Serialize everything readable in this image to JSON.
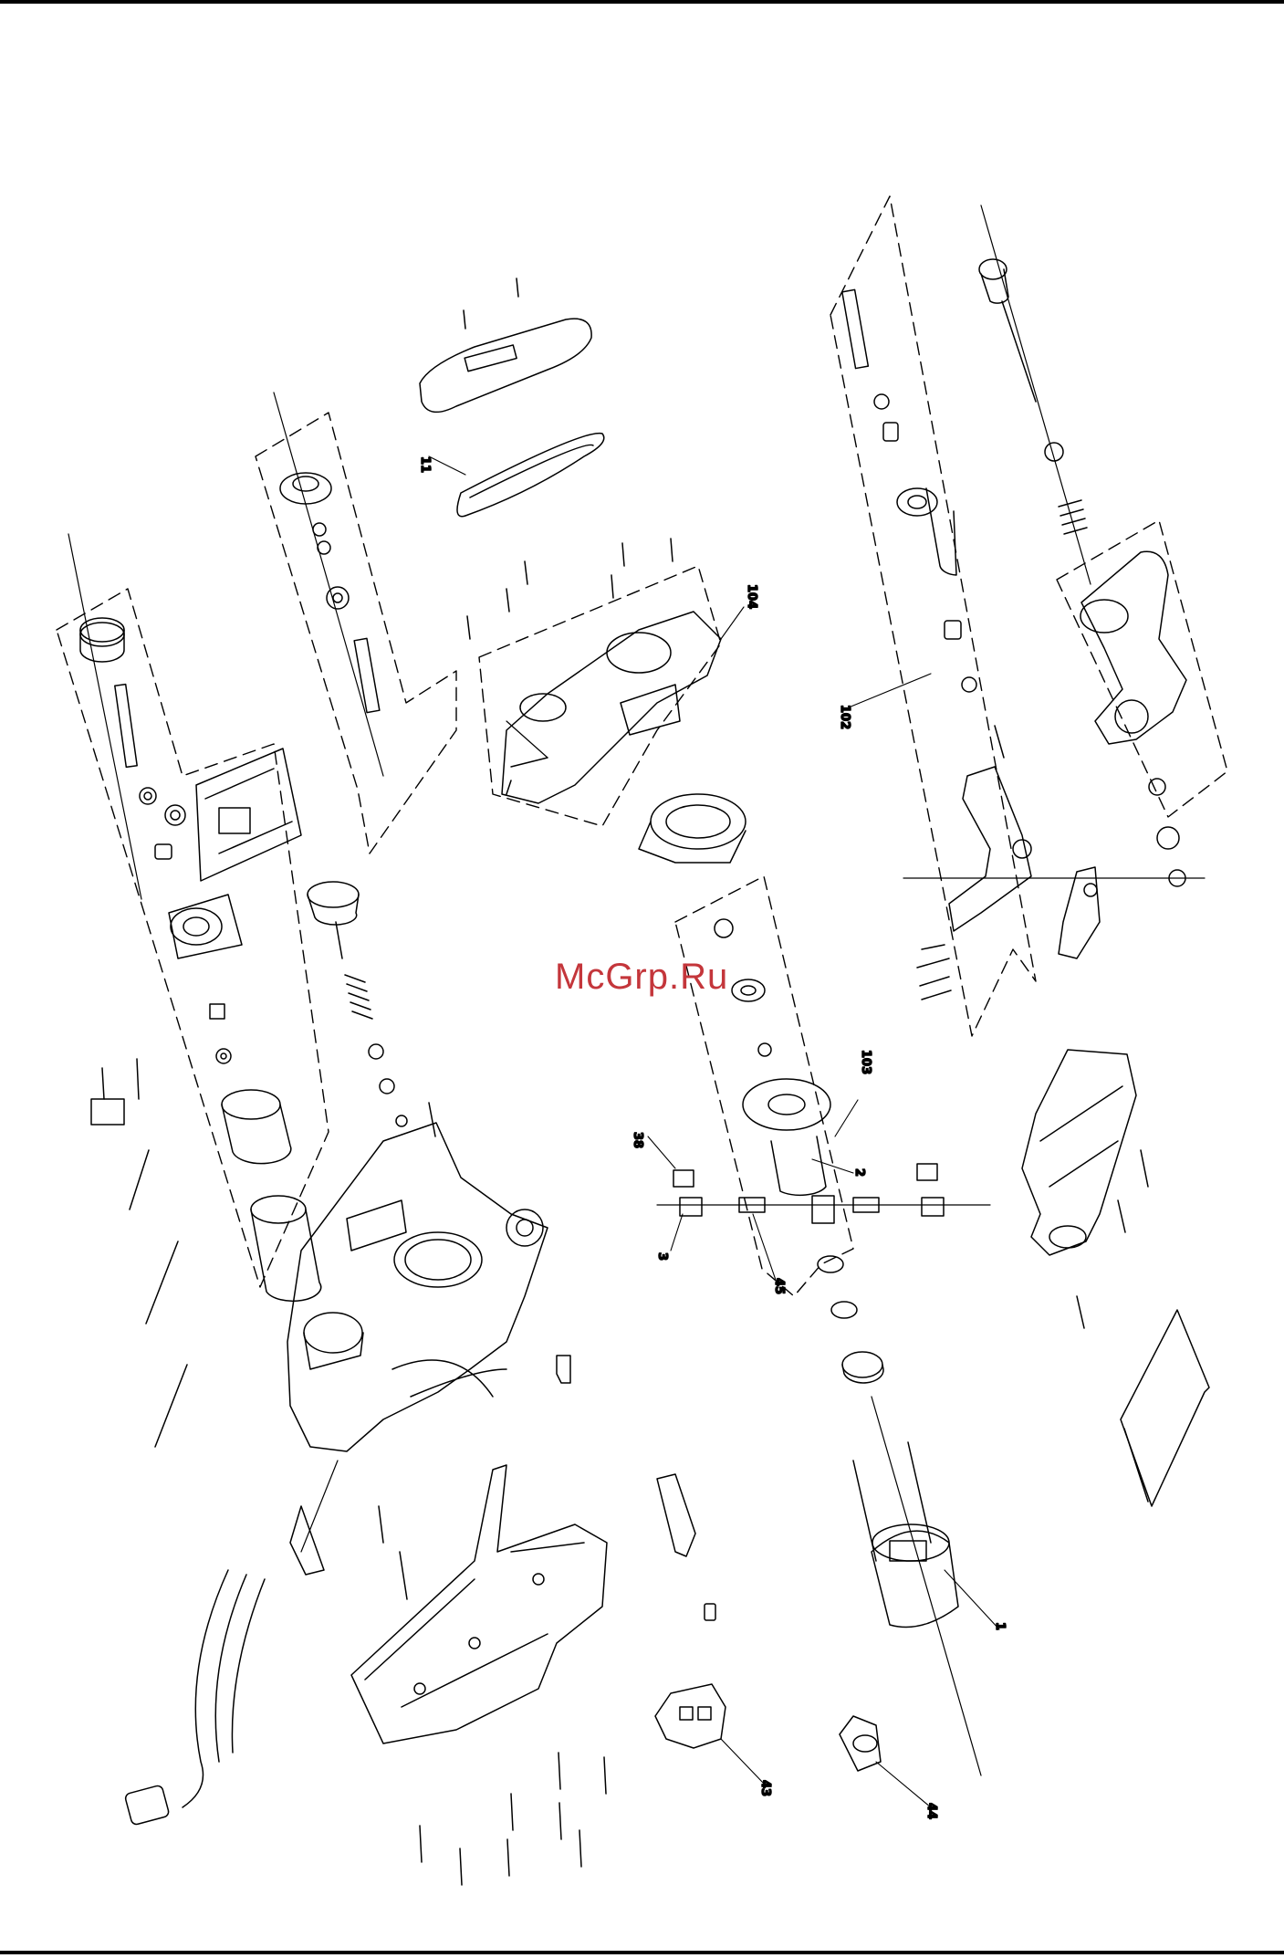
{
  "callouts": {
    "c11": "11",
    "c104": "104",
    "c102": "102",
    "c103": "103",
    "c2": "2",
    "c38": "38",
    "c3": "3",
    "c45": "45",
    "c1": "1",
    "c43": "43",
    "c44": "44"
  },
  "watermark": "McGrp.Ru",
  "colors": {
    "line": "#000000",
    "watermark": "#c4363b",
    "background": "#ffffff"
  }
}
